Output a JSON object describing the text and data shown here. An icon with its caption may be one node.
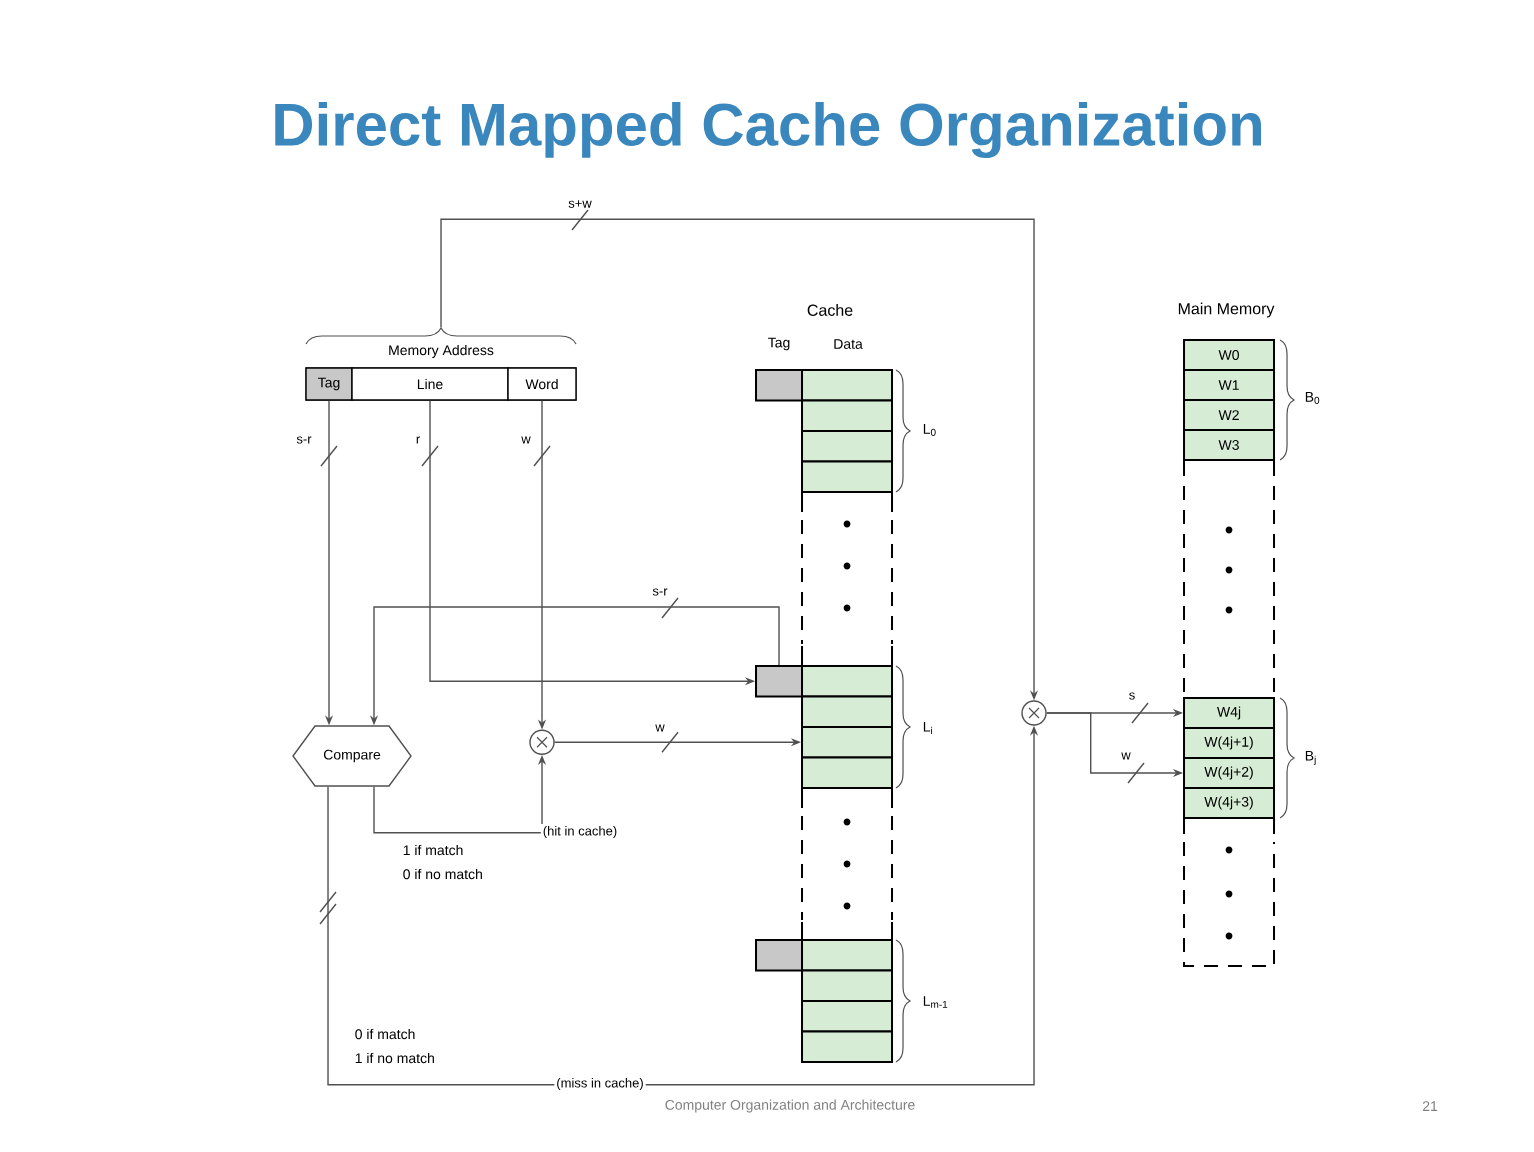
{
  "diagram": {
    "title": "Direct Mapped Cache Organization",
    "nodes": [
      {
        "text": [
          "Memory Address"
        ]
      },
      {
        "text": [
          "Tag"
        ],
        "in": 0
      },
      {
        "text": [
          "Line"
        ],
        "in": 0
      },
      {
        "text": [
          "Word"
        ],
        "in": 0
      },
      {
        "text": [
          "Compare"
        ]
      },
      {
        "text": [],
        "shape": "circle"
      },
      {
        "text": [],
        "shape": "circle"
      },
      {
        "text": [],
        "shape": "box"
      },
      {
        "text": [],
        "shape": "box"
      },
      {
        "text": [],
        "shape": "box"
      },
      {
        "text": [],
        "shape": "box"
      },
      {
        "text": [],
        "shape": "box"
      },
      {
        "text": [],
        "shape": "box"
      },
      {
        "text": [],
        "shape": "box"
      },
      {
        "text": [],
        "shape": "box"
      },
      {
        "text": [],
        "shape": "box"
      },
      {
        "text": [],
        "shape": "box"
      },
      {
        "text": [],
        "shape": "box"
      },
      {
        "text": [],
        "shape": "box"
      },
      {
        "text": [],
        "shape": "box"
      },
      {
        "text": [],
        "shape": "box"
      },
      {
        "text": [],
        "shape": "box"
      },
      {
        "text": [
          "W0"
        ]
      },
      {
        "text": [
          "W1"
        ]
      },
      {
        "text": [
          "W2"
        ]
      },
      {
        "text": [
          "W3"
        ]
      },
      {
        "text": [
          "W4j"
        ]
      },
      {
        "text": [
          "W(4j+1)"
        ]
      },
      {
        "text": [
          "W(4j+2)"
        ]
      },
      {
        "text": [
          "W(4j+3)"
        ]
      }
    ],
    "edges": [
      {
        "from": 1,
        "to": 4,
        "arrow": "to",
        "label": "s-r"
      },
      {
        "from": 2,
        "to": 12,
        "arrow": "to",
        "label": "r"
      },
      {
        "from": 3,
        "to": 5,
        "arrow": "to",
        "label": "w"
      },
      {
        "from": 12,
        "to": 4,
        "arrow": "to",
        "label": "s-r"
      },
      {
        "from": 5,
        "to": 15,
        "arrow": "to",
        "label": "w"
      },
      {
        "from": 4,
        "to": 5,
        "arrow": "to",
        "label": "(hit in cache)"
      },
      {
        "from": 4,
        "to": 6,
        "arrow": "to",
        "label": "(miss in cache)"
      },
      {
        "from": 0,
        "to": 6,
        "arrow": "to",
        "label": "s+w"
      },
      {
        "from": 6,
        "to": 26,
        "arrow": "to",
        "label": "s"
      },
      {
        "from": 6,
        "to": 28,
        "arrow": "to",
        "label": "w"
      }
    ],
    "labels": [
      "Cache",
      "Tag",
      "Data",
      "L$_{0}$",
      "L$_{i}$",
      "L$_{m-1}$",
      "Main Memory",
      "B$_{0}$",
      "B$_{j}$",
      "1 if match",
      "0 if no match",
      "0 if match",
      "1 if no match",
      "Computer Organization and Architecture",
      "21"
    ]
  }
}
